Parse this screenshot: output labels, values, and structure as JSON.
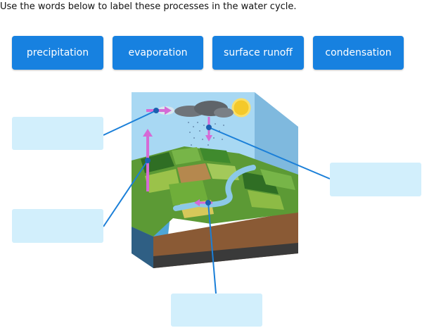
{
  "instruction": "Use the words below to label these processes in the water cycle.",
  "word_tiles": [
    {
      "label": "precipitation"
    },
    {
      "label": "evaporation"
    },
    {
      "label": "surface runoff"
    },
    {
      "label": "condensation"
    }
  ],
  "drop_slots": [
    {
      "value": ""
    },
    {
      "value": ""
    },
    {
      "value": ""
    },
    {
      "value": ""
    }
  ],
  "colors": {
    "tile": "#1781e0",
    "slot": "#d2effc",
    "pointer_line": "#1a7fd8",
    "arrow": "#d56ad6"
  }
}
